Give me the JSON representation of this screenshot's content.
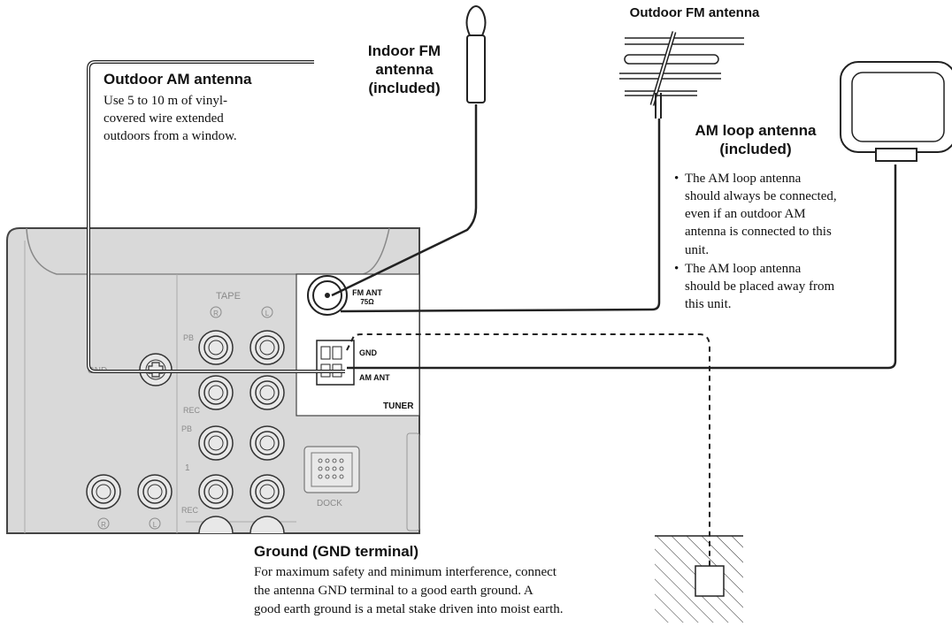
{
  "labels": {
    "outdoor_am_title": "Outdoor AM antenna",
    "outdoor_am_desc": [
      "Use 5 to 10 m of vinyl-",
      "covered wire extended",
      "outdoors from a window."
    ],
    "indoor_fm_title": [
      "Indoor FM",
      "antenna",
      "(included)"
    ],
    "outdoor_fm_title": "Outdoor FM antenna",
    "am_loop_title": [
      "AM loop antenna",
      "(included)"
    ],
    "am_loop_notes": [
      "The AM loop antenna",
      "should always be connected,",
      "even if an outdoor AM",
      "antenna is connected to this",
      "unit.",
      "The AM loop antenna",
      "should be placed away from",
      "this unit."
    ],
    "ground_title": "Ground (GND terminal)",
    "ground_desc": [
      "For maximum safety and minimum interference, connect",
      "the antenna GND terminal to a good earth ground. A",
      "good earth ground is a metal stake driven into moist earth."
    ]
  },
  "panel": {
    "tape": "TAPE",
    "right": "R",
    "left": "L",
    "pb": "PB",
    "rec": "REC",
    "gnd": "GND",
    "one": "1",
    "dock": "DOCK",
    "fm_ant": "FM ANT",
    "ohm": "75Ω",
    "gnd_terminal": "GND",
    "am_ant": "AM ANT",
    "tuner": "TUNER"
  },
  "colors": {
    "panel_fill": "#d9d9d9",
    "panel_stroke": "#444444",
    "wire": "#222222"
  }
}
